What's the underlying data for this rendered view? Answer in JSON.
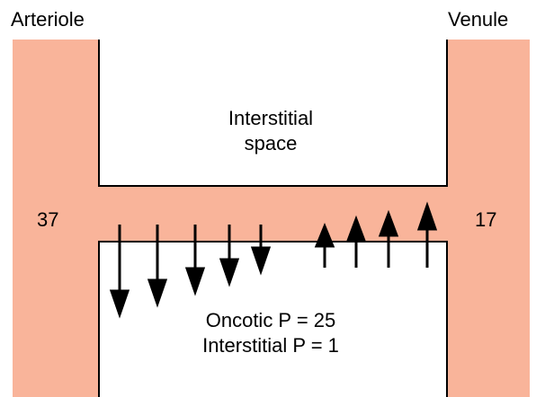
{
  "colors": {
    "vessel_fill": "#F9B49A",
    "outline": "#000000",
    "background": "#ffffff"
  },
  "labels": {
    "arteriole": "Arteriole",
    "venule": "Venule",
    "interstitial_space_line1": "Interstitial",
    "interstitial_space_line2": "space",
    "arteriole_pressure": "37",
    "venule_pressure": "17",
    "oncotic_pressure": "Oncotic P = 25",
    "interstitial_pressure": "Interstitial P = 1"
  },
  "arrows": {
    "outward_filtration_count": 5,
    "inward_absorption_count": 4
  }
}
